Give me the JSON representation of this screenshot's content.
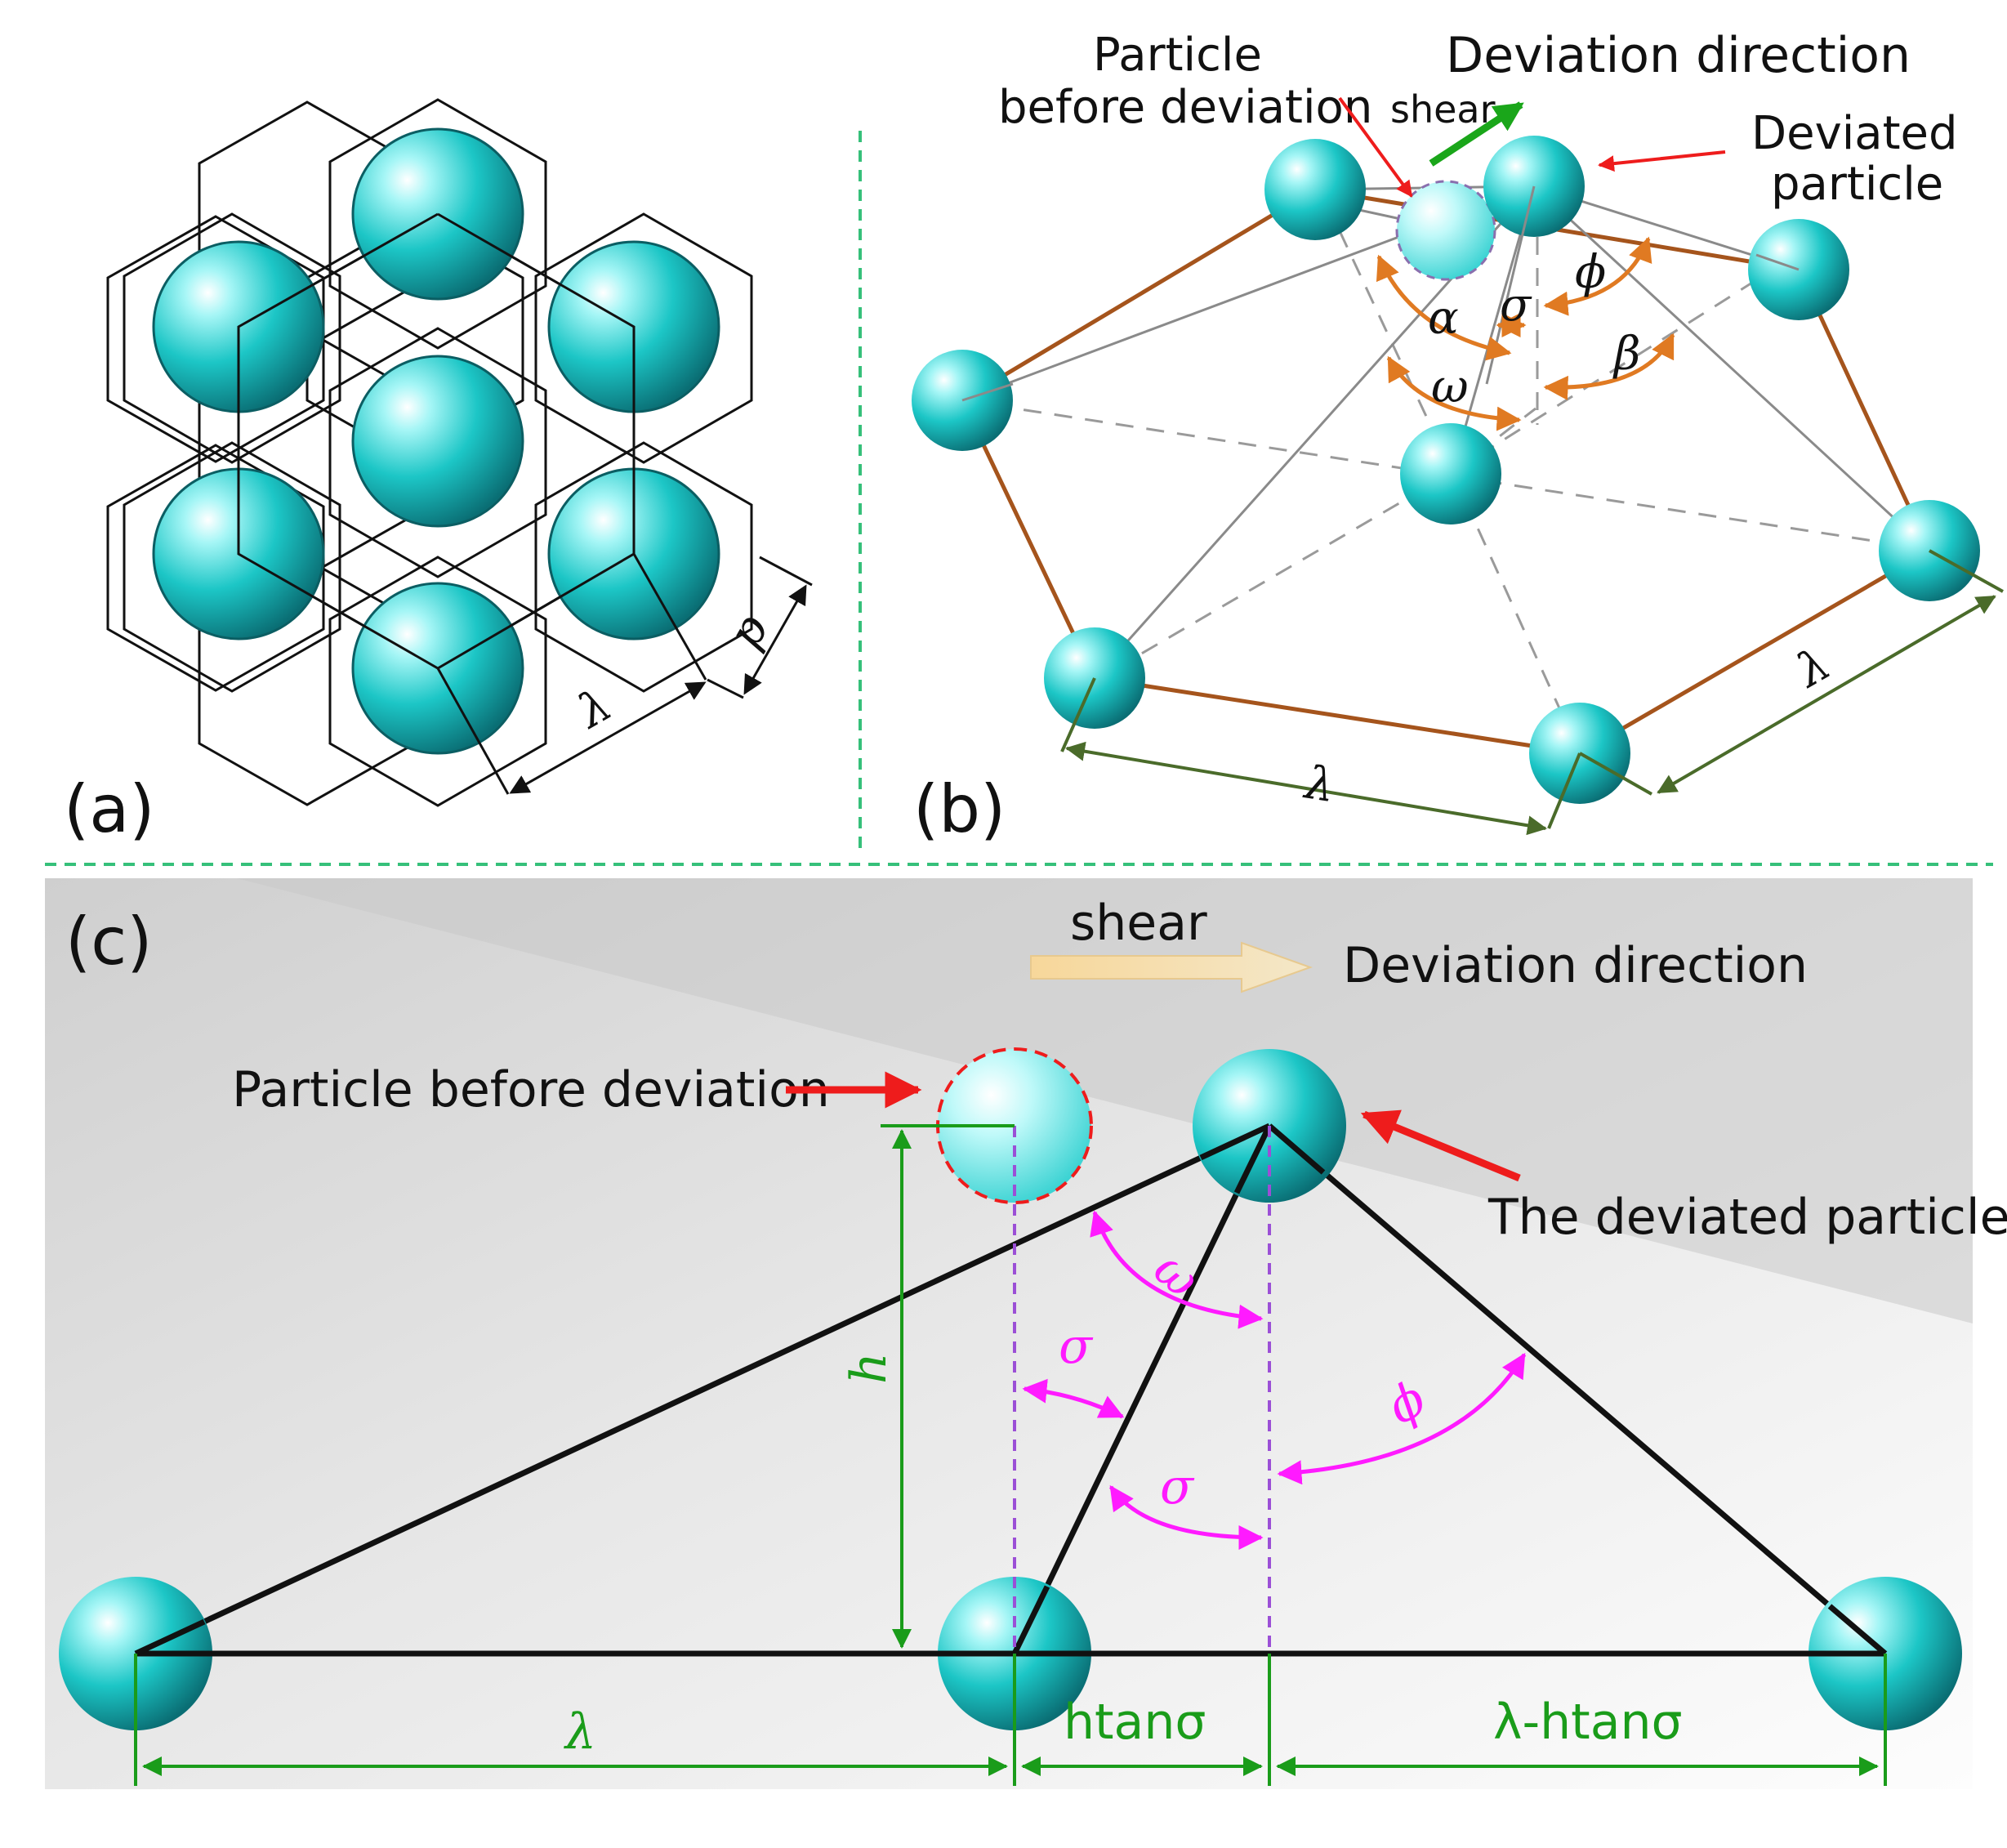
{
  "panel_a": {
    "label": "(a)",
    "lambda": "λ",
    "p": "p"
  },
  "panel_b": {
    "label": "(b)",
    "particle_before": [
      "Particle",
      "before deviation"
    ],
    "deviation_direction": "Deviation direction",
    "shear": "shear",
    "deviated_particle": [
      "Deviated",
      "particle"
    ],
    "alpha": "α",
    "sigma": "σ",
    "phi": "ϕ",
    "beta": "β",
    "omega": "ω",
    "lambda": "λ"
  },
  "panel_c": {
    "label": "(c)",
    "shear": "shear",
    "deviation_direction": "Deviation direction",
    "particle_before": "Particle before deviation",
    "deviated_particle": "The deviated particle",
    "omega": "ω",
    "sigma": "σ",
    "phi": "ϕ",
    "h": "h",
    "lambda": "λ",
    "h_tan_sigma": "htanσ",
    "lambda_minus": "λ-htanσ"
  },
  "colors": {
    "particle": "#16c5c5",
    "particle_light": "#8ff4f4",
    "orange": "#e07a22",
    "magenta": "#ff1aff",
    "green": "#1a9c1a",
    "olive": "#4a6b2a",
    "brown": "#a5541c",
    "red": "#ee1c1c",
    "divider": "#36c07a"
  }
}
